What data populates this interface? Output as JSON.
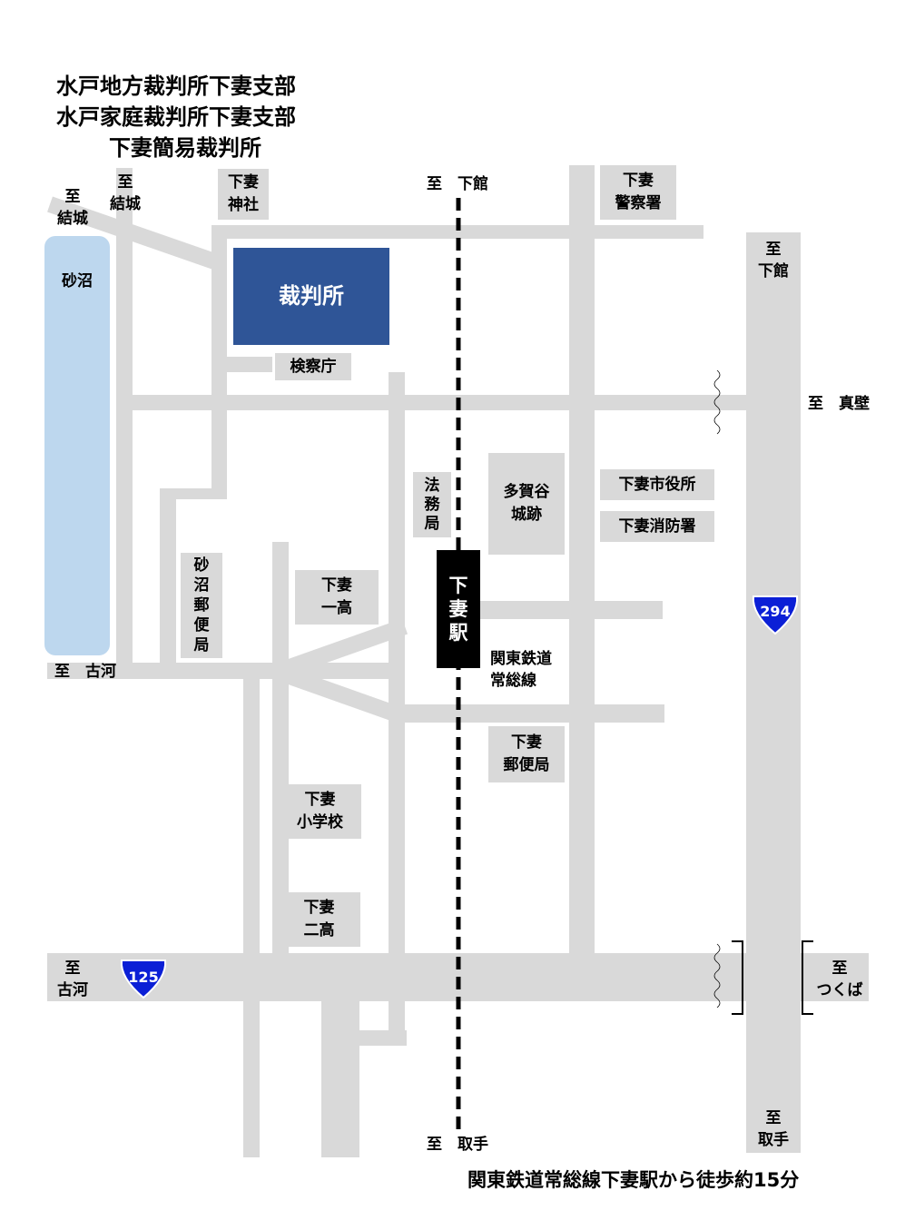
{
  "title_lines": [
    "水戸地方裁判所下妻支部",
    "水戸家庭裁判所下妻支部",
    "下妻簡易裁判所"
  ],
  "colors": {
    "road": "#d9d9d9",
    "court": "#2f5597",
    "lake": "#bdd7ee",
    "shield": "#0b1fd6"
  },
  "court": "裁判所",
  "lake": "砂沼",
  "station": "下\n妻\n駅",
  "railway": "関東鉄道\n常総線",
  "directions": {
    "yuki_left": "至\n結城",
    "yuki": "至\n結城",
    "shimodate_top": "至　下館",
    "shimodate_right": "至\n下館",
    "makabe": "至　真壁",
    "koga_mid": "至　古河",
    "koga": "至\n古河",
    "tsukuba": "至\nつくば",
    "toride_bottom": "至　取手",
    "toride_right": "至\n取手"
  },
  "places": {
    "shrine": "下妻\n神社",
    "police": "下妻\n警察署",
    "prosecutor": "検察庁",
    "legal_affairs": "法\n務\n局",
    "tagaya": "多賀谷\n城跡",
    "city_hall": "下妻市役所",
    "fire": "下妻消防署",
    "post_sanuma": "砂\n沼\n郵\n便\n局",
    "high1": "下妻\n一高",
    "post_shimotsuma": "下妻\n郵便局",
    "elementary": "下妻\n小学校",
    "high2": "下妻\n二高"
  },
  "routes": {
    "r294": "294",
    "r125": "125"
  },
  "footer": "関東鉄道常総線下妻駅から徒歩約15分"
}
